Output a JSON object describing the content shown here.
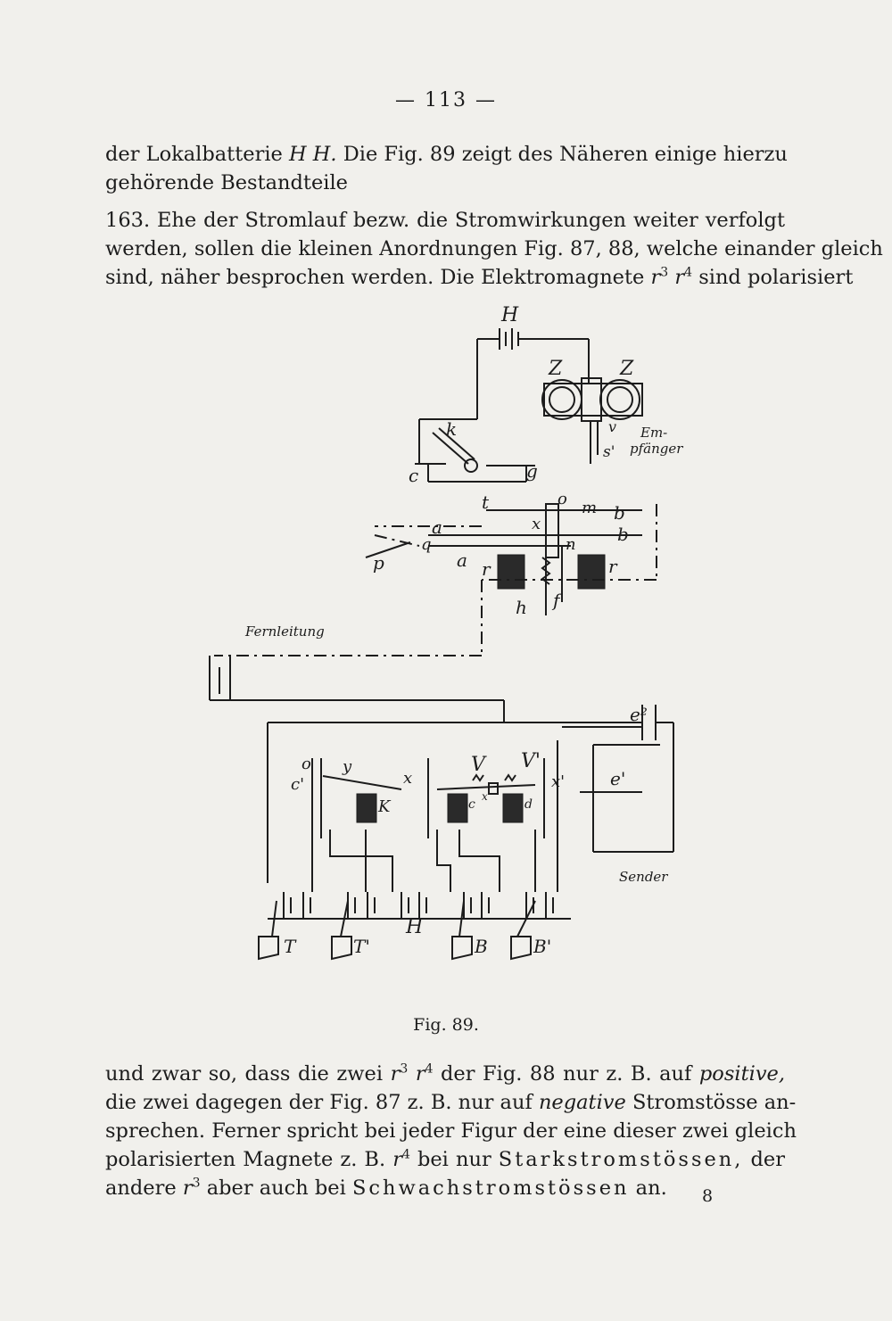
{
  "page_header": "— 113 —",
  "paragraph1": {
    "lines": [
      [
        "der Lokalbatterie ",
        "H H.",
        " Die Fig. 89 zeigt des Näheren einige hierzu"
      ],
      [
        "gehörende Bestandteile"
      ]
    ]
  },
  "paragraph2": {
    "line1": "163.   Ehe der Stromlauf bezw. die Stromwirkungen weiter verfolgt",
    "line2": "werden, sollen die kleinen Anordnungen Fig. 87, 88, welche einander gleich",
    "line3_pre": "sind, näher besprochen werden. Die Elektromagnete ",
    "line3_r3": "r",
    "line3_r3_sup": "3",
    "line3_r4": "r",
    "line3_r4_sup": "4",
    "line3_post": " sind polarisiert"
  },
  "figure": {
    "labels": {
      "H_top": "H",
      "Z1": "Z",
      "Z2": "Z",
      "v": "v",
      "Em": "Em-",
      "pfaenger": "pfänger",
      "s1": "s'",
      "k": "k",
      "c": "c",
      "g_top": "g",
      "t": "t",
      "o": "o",
      "m": "m",
      "b1": "b",
      "b2": "b",
      "x": "x",
      "a1": "a",
      "q": "q",
      "a2": "a",
      "n": "n",
      "p": "p",
      "r1": "r",
      "r2": "r",
      "h": "h",
      "f": "f",
      "Fernleitung": "Fernleitung",
      "e2": "e²",
      "o2": "o",
      "c1": "c'",
      "y": "y",
      "x2": "x",
      "V": "V",
      "V1": "V'",
      "x1": "x'",
      "e1": "e'",
      "K": "K",
      "c2": "c",
      "xx": "x",
      "d": "d",
      "Sender": "Sender",
      "H_bottom": "H",
      "T": "T",
      "T1": "T'",
      "B": "B",
      "B1": "B'"
    }
  },
  "caption": "Fig. 89.",
  "paragraph3": {
    "l1_a": "und zwar so, dass die zwei ",
    "l1_b": " der Fig. 88 nur z. B. auf ",
    "l1_c": "positive,",
    "l2_a": "die zwei dagegen der Fig. 87 z. B. nur auf ",
    "l2_b": "negative",
    "l2_c": " Stromstösse an-",
    "l3": "sprechen. Ferner spricht bei jeder Figur der eine dieser zwei gleich",
    "l4_a": "polarisierten Magnete z. B. ",
    "l4_b": " bei nur ",
    "l4_c": "Starkstromstössen,",
    "l4_d": " der",
    "l5_a": "andere ",
    "l5_b": " aber auch bei ",
    "l5_c": "Schwachstromstössen",
    "l5_d": " an."
  },
  "signature": "8"
}
